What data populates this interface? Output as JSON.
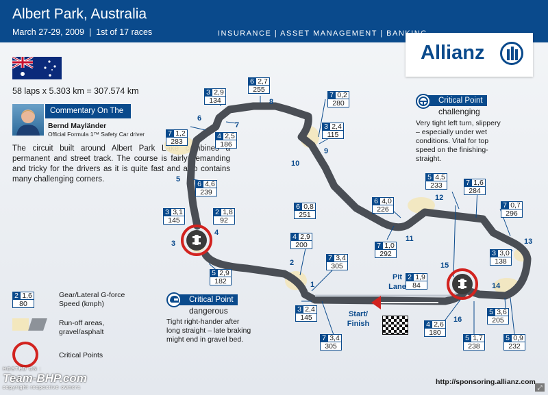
{
  "header": {
    "title": "Albert Park, Australia",
    "date": "March 27-29, 2009",
    "separator": "|",
    "race_count": "1st of 17 races",
    "sponsor_line": "INSURANCE | ASSET MANAGEMENT | BANKING",
    "brand_color": "#0a4a8c"
  },
  "logo": {
    "text": "Allianz",
    "icon": "allianz-eagle-icon"
  },
  "circuit": {
    "laps_info": "58 laps x 5.303 km = 307.574 km"
  },
  "commentary": {
    "title": "Commentary On The Track",
    "name": "Bernd Mayländer",
    "role": "Official Formula 1™ Safety Car driver",
    "body": "The circuit built around Albert Park Lake combines a permanent and street track. The course is fairly demanding and tricky for the drivers as it is quite fast and also contains many challenging corners."
  },
  "turns": [
    "1",
    "2",
    "3",
    "4",
    "5",
    "6",
    "7",
    "8",
    "9",
    "10",
    "11",
    "12",
    "13",
    "14",
    "15",
    "16"
  ],
  "speed_boxes": [
    {
      "gear": "3",
      "gforce": "2,9",
      "speed": "134"
    },
    {
      "gear": "6",
      "gforce": "2,7",
      "speed": "255"
    },
    {
      "gear": "7",
      "gforce": "0,2",
      "speed": "280"
    },
    {
      "gear": "3",
      "gforce": "2,4",
      "speed": "115"
    },
    {
      "gear": "7",
      "gforce": "1,2",
      "speed": "283"
    },
    {
      "gear": "4",
      "gforce": "2,5",
      "speed": "186"
    },
    {
      "gear": "6",
      "gforce": "4,6",
      "speed": "239"
    },
    {
      "gear": "3",
      "gforce": "3,1",
      "speed": "145"
    },
    {
      "gear": "2",
      "gforce": "1,8",
      "speed": "92"
    },
    {
      "gear": "6",
      "gforce": "0,8",
      "speed": "251"
    },
    {
      "gear": "6",
      "gforce": "4,0",
      "speed": "226"
    },
    {
      "gear": "5",
      "gforce": "4,5",
      "speed": "233"
    },
    {
      "gear": "7",
      "gforce": "1,6",
      "speed": "284"
    },
    {
      "gear": "7",
      "gforce": "0,7",
      "speed": "296"
    },
    {
      "gear": "7",
      "gforce": "1,0",
      "speed": "292"
    },
    {
      "gear": "4",
      "gforce": "2,9",
      "speed": "200"
    },
    {
      "gear": "7",
      "gforce": "3,4",
      "speed": "305"
    },
    {
      "gear": "3",
      "gforce": "3,0",
      "speed": "138"
    },
    {
      "gear": "5",
      "gforce": "2,9",
      "speed": "182"
    },
    {
      "gear": "2",
      "gforce": "1,9",
      "speed": "84"
    },
    {
      "gear": "3",
      "gforce": "2,4",
      "speed": "145"
    },
    {
      "gear": "5",
      "gforce": "3,6",
      "speed": "205"
    },
    {
      "gear": "4",
      "gforce": "2,6",
      "speed": "180"
    },
    {
      "gear": "7",
      "gforce": "3,4",
      "speed": "305"
    },
    {
      "gear": "5",
      "gforce": "1,7",
      "speed": "238"
    },
    {
      "gear": "5",
      "gforce": "0,9",
      "speed": "232"
    }
  ],
  "critical_points": {
    "dangerous": {
      "title": "Critical Point",
      "level": "dangerous",
      "description": "Tight right-hander after long straight – late braking might end in gravel bed."
    },
    "challenging": {
      "title": "Critical Point",
      "level": "challenging",
      "description": "Very tight left turn, slippery – especially under wet conditions. Vital for top speed on the finishing-straight."
    }
  },
  "track_labels": {
    "pit_lane": "Pit Lane",
    "start_finish": "Start/ Finish"
  },
  "legend": {
    "speed_example": {
      "gear": "2",
      "gforce": "1,6",
      "speed": "80"
    },
    "speed_text": "Gear/Lateral G-force Speed (kmph)",
    "runoff_text": "Run-off areas, gravel/asphalt",
    "critical_text": "Critical Points"
  },
  "footer": {
    "url": "http://sponsoring.allianz.com"
  },
  "watermark": {
    "hosted": "HOSTED ON :",
    "site": "Team-BHP.com",
    "copyright": "copyright respective owners"
  },
  "colors": {
    "track": "#4a4e55",
    "runoff": "#f3e7bd",
    "critical": "#d2231f"
  }
}
